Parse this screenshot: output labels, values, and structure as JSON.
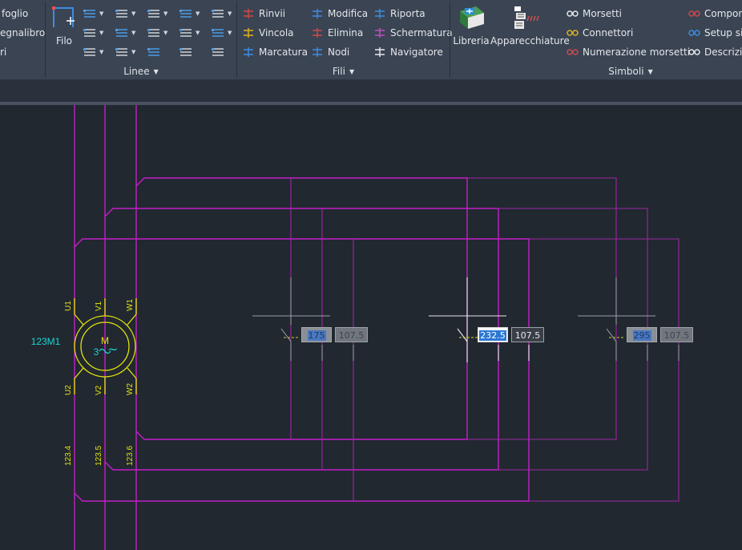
{
  "colors": {
    "ribbon_bg": "#3b4453",
    "canvas_bg": "#212830",
    "wire_magenta": "#c21fc8",
    "wire_dim_magenta": "#9e26a3",
    "symbol_yellow": "#e3e30b",
    "grip_gray": "#8c8f94",
    "label_cyan": "#19d6d6"
  },
  "left_panel": {
    "items": [
      "foglio",
      "egnalibro",
      "ri"
    ]
  },
  "linee_panel": {
    "title": "Linee",
    "filo_label": "Filo"
  },
  "fili_panel": {
    "title": "Fili",
    "items": [
      {
        "label": "Rinvii",
        "icon": "rinvii-icon"
      },
      {
        "label": "Vincola",
        "icon": "lock-icon"
      },
      {
        "label": "Marcatura",
        "icon": "marcatura-icon"
      },
      {
        "label": "Modifica",
        "icon": "modifica-icon"
      },
      {
        "label": "Elimina",
        "icon": "elimina-icon"
      },
      {
        "label": "Nodi",
        "icon": "nodi-icon"
      },
      {
        "label": "Riporta",
        "icon": "riporta-icon"
      },
      {
        "label": "Schermatura",
        "icon": "schermatura-icon"
      },
      {
        "label": "Navigatore",
        "icon": "navigatore-icon"
      }
    ]
  },
  "simboli_panel": {
    "title": "Simboli",
    "libreria_label": "Libreria",
    "apparecchiature_label": "Apparecchiature",
    "items": [
      {
        "label": "Morsetti",
        "icon": "morsetti-icon"
      },
      {
        "label": "Connettori",
        "icon": "connettori-icon"
      },
      {
        "label": "Numerazione morsetti",
        "icon": "numerazione-morsetti-icon"
      },
      {
        "label": "Compone",
        "icon": "componenti-icon"
      },
      {
        "label": "Setup sim",
        "icon": "setup-simboli-icon"
      },
      {
        "label": "Descrizio",
        "icon": "descrizione-icon"
      }
    ]
  },
  "drawing": {
    "motor": {
      "tag": "123M1",
      "letter": "M",
      "phase": "3",
      "tilde": "~",
      "terminals_top": [
        "U1",
        "V1",
        "W1"
      ],
      "terminals_bottom": [
        "U2",
        "V2",
        "W2"
      ]
    },
    "wire_refs": [
      "123.4",
      "123.5",
      "123.6"
    ],
    "inputs": [
      {
        "value": "175",
        "other": "107.5",
        "state": "inactive"
      },
      {
        "value": "232.5",
        "other": "107.5",
        "state": "active"
      },
      {
        "value": "295",
        "other": "107.5",
        "state": "inactive"
      }
    ]
  }
}
